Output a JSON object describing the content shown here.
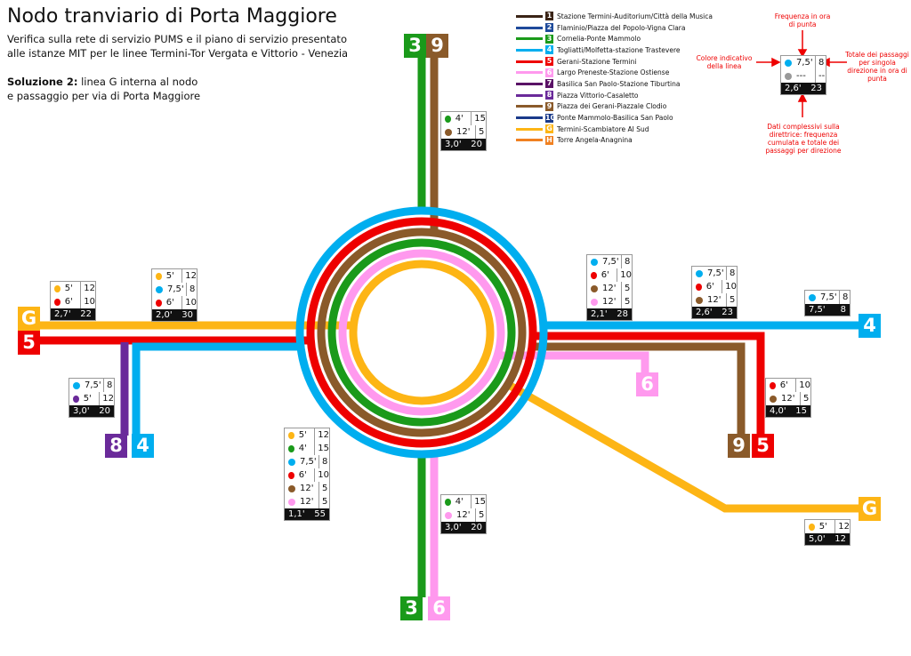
{
  "title": "Nodo tranviario di Porta Maggiore",
  "subtitle1": "Verifica sulla rete di servizio PUMS e il piano di servizio presentato",
  "subtitle2": "alle istanze MIT per le linee Termini-Tor Vergata e Vittorio - Venezia",
  "solution_bold": "Soluzione 2:",
  "solution_text1": " linea G interna al nodo",
  "solution_text2": "e passaggio per via di Porta Maggiore",
  "colors": {
    "1": "#3a2416",
    "2": "#1e4a9a",
    "3": "#1a9a1a",
    "4": "#00aeef",
    "5": "#ee0000",
    "6": "#ff99ee",
    "7": "#5a1266",
    "8": "#6a2a9a",
    "9": "#8a5a2a",
    "10": "#1a3a8a",
    "G": "#fdb515",
    "H": "#f08020",
    "grey": "#999999"
  },
  "legend": [
    {
      "id": "1",
      "label": "Stazione Termini-Auditorium/Città della Musica"
    },
    {
      "id": "2",
      "label": "Flaminio/Piazza del Popolo-Vigna Clara"
    },
    {
      "id": "3",
      "label": "Cornelia-Ponte Mammolo"
    },
    {
      "id": "4",
      "label": "Togliatti/Molfetta-stazione Trastevere"
    },
    {
      "id": "5",
      "label": "Gerani-Stazione Termini"
    },
    {
      "id": "6",
      "label": "Largo Preneste-Stazione Ostiense"
    },
    {
      "id": "7",
      "label": "Basilica San Paolo-Stazione Tiburtina"
    },
    {
      "id": "8",
      "label": "Piazza Vittorio-Casaletto"
    },
    {
      "id": "9",
      "label": "Piazza dei Gerani-Piazzale Clodio"
    },
    {
      "id": "10",
      "label": "Ponte Mammolo-Basilica San Paolo"
    },
    {
      "id": "G",
      "label": "Termini-Scambiatore AI Sud"
    },
    {
      "id": "H",
      "label": "Torre Angela-Anagnina"
    }
  ],
  "key": {
    "freq_label": "Frequenza in ora di punta",
    "color_label": "Colore indicativo della linea",
    "total_label": "Totale dei passaggi per singola direzione in ora di punta",
    "summary_label": "Dati complessivi sulla direttrice: frequenza cumulata e totale dei passaggi per direzione",
    "box": {
      "rows": [
        {
          "line": "4",
          "freq": "7,5'",
          "count": "8"
        },
        {
          "line": "grey",
          "freq": "---",
          "count": "--"
        }
      ],
      "total": {
        "freq": "2,6'",
        "count": "23"
      }
    }
  },
  "line_labels": [
    "3",
    "9",
    "G",
    "5",
    "8",
    "4",
    "4",
    "6",
    "9",
    "5",
    "G",
    "3",
    "6"
  ],
  "boxes": [
    {
      "rows": [
        {
          "line": "3",
          "freq": "4'",
          "count": "15"
        },
        {
          "line": "9",
          "freq": "12'",
          "count": "5"
        }
      ],
      "total": {
        "freq": "3,0'",
        "count": "20"
      }
    },
    {
      "rows": [
        {
          "line": "G",
          "freq": "5'",
          "count": "12"
        },
        {
          "line": "5",
          "freq": "6'",
          "count": "10"
        }
      ],
      "total": {
        "freq": "2,7'",
        "count": "22"
      }
    },
    {
      "rows": [
        {
          "line": "G",
          "freq": "5'",
          "count": "12"
        },
        {
          "line": "4",
          "freq": "7,5'",
          "count": "8"
        },
        {
          "line": "5",
          "freq": "6'",
          "count": "10"
        }
      ],
      "total": {
        "freq": "2,0'",
        "count": "30"
      }
    },
    {
      "rows": [
        {
          "line": "4",
          "freq": "7,5'",
          "count": "8"
        },
        {
          "line": "5",
          "freq": "6'",
          "count": "10"
        },
        {
          "line": "9",
          "freq": "12'",
          "count": "5"
        },
        {
          "line": "6",
          "freq": "12'",
          "count": "5"
        }
      ],
      "total": {
        "freq": "2,1'",
        "count": "28"
      }
    },
    {
      "rows": [
        {
          "line": "4",
          "freq": "7,5'",
          "count": "8"
        },
        {
          "line": "5",
          "freq": "6'",
          "count": "10"
        },
        {
          "line": "9",
          "freq": "12'",
          "count": "5"
        }
      ],
      "total": {
        "freq": "2,6'",
        "count": "23"
      }
    },
    {
      "rows": [
        {
          "line": "4",
          "freq": "7,5'",
          "count": "8"
        }
      ],
      "total": {
        "freq": "7,5'",
        "count": "8"
      }
    },
    {
      "rows": [
        {
          "line": "4",
          "freq": "7,5'",
          "count": "8"
        },
        {
          "line": "8",
          "freq": "5'",
          "count": "12"
        }
      ],
      "total": {
        "freq": "3,0'",
        "count": "20"
      }
    },
    {
      "rows": [
        {
          "line": "5",
          "freq": "6'",
          "count": "10"
        },
        {
          "line": "9",
          "freq": "12'",
          "count": "5"
        }
      ],
      "total": {
        "freq": "4,0'",
        "count": "15"
      }
    },
    {
      "rows": [
        {
          "line": "G",
          "freq": "5'",
          "count": "12"
        },
        {
          "line": "3",
          "freq": "4'",
          "count": "15"
        },
        {
          "line": "4",
          "freq": "7,5'",
          "count": "8"
        },
        {
          "line": "5",
          "freq": "6'",
          "count": "10"
        },
        {
          "line": "9",
          "freq": "12'",
          "count": "5"
        },
        {
          "line": "6",
          "freq": "12'",
          "count": "5"
        }
      ],
      "total": {
        "freq": "1,1'",
        "count": "55"
      }
    },
    {
      "rows": [
        {
          "line": "3",
          "freq": "4'",
          "count": "15"
        },
        {
          "line": "6",
          "freq": "12'",
          "count": "5"
        }
      ],
      "total": {
        "freq": "3,0'",
        "count": "20"
      }
    },
    {
      "rows": [
        {
          "line": "G",
          "freq": "5'",
          "count": "12"
        }
      ],
      "total": {
        "freq": "5,0'",
        "count": "12"
      }
    }
  ]
}
